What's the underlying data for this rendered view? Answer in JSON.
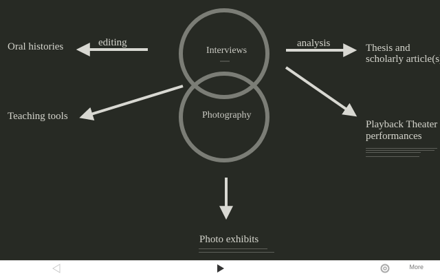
{
  "diagram": {
    "circles": {
      "top": "Interviews",
      "bottom": "Photography"
    },
    "nodes": {
      "oral_histories": "Oral histories",
      "teaching_tools": "Teaching tools",
      "thesis_line1": "Thesis and",
      "thesis_line2": "scholarly article(s)",
      "playback_line1": "Playback Theater",
      "playback_line2": "performances",
      "photo_exhibits": "Photo exhibits"
    },
    "edges": {
      "editing": "editing",
      "analysis": "analysis"
    }
  },
  "toolbar": {
    "more_label": "More"
  },
  "colors": {
    "background": "#272a24",
    "ring": "#7b7d76",
    "arrow": "#d8d8d2",
    "text": "#d4d4cc",
    "toolbar": "#ffffff"
  },
  "icons": [
    "back-triangle-icon",
    "play-icon",
    "settings-icon"
  ]
}
